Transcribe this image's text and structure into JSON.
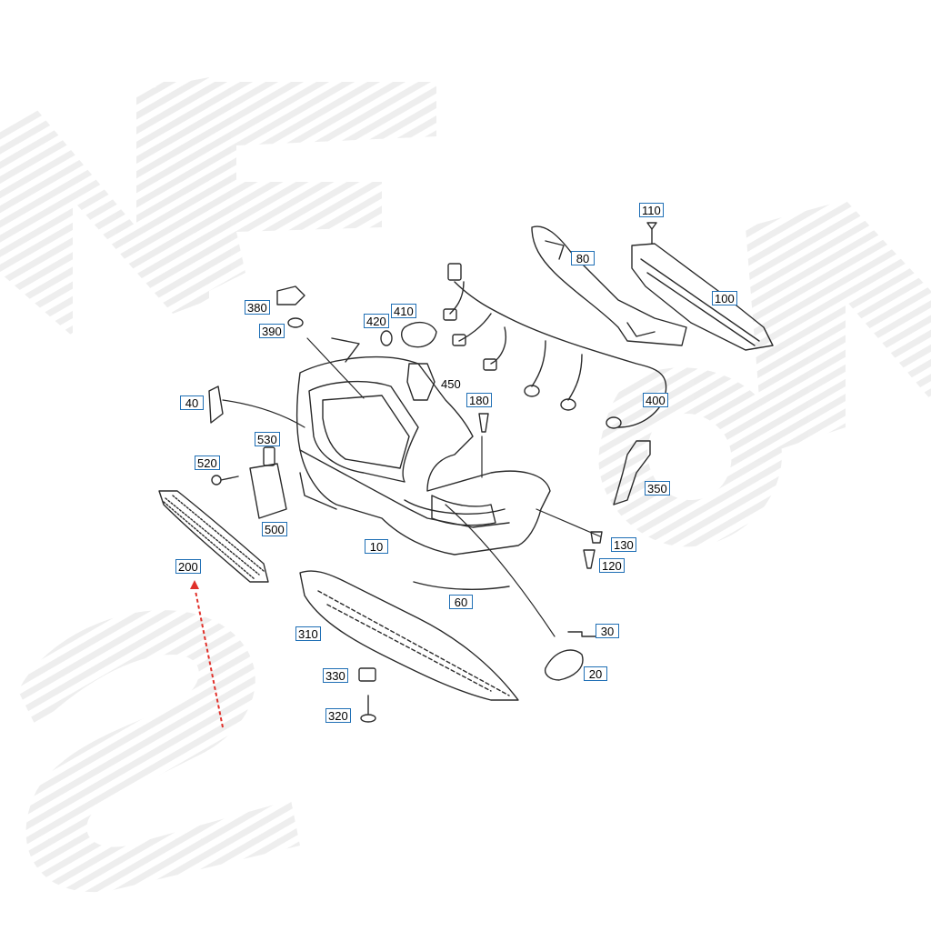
{
  "diagram": {
    "colors": {
      "line": "#2b2b2b",
      "callout_border": "#1f6fb5",
      "arrow": "#e0302a",
      "watermark": "#e9e9e9"
    },
    "callouts": {
      "c110": "110",
      "c80": "80",
      "c100": "100",
      "c380": "380",
      "c390": "390",
      "c420": "420",
      "c410": "410",
      "c450": "450",
      "c40": "40",
      "c180": "180",
      "c400": "400",
      "c530": "530",
      "c520": "520",
      "c350": "350",
      "c500": "500",
      "c10": "10",
      "c130": "130",
      "c200": "200",
      "c120": "120",
      "c60": "60",
      "c310": "310",
      "c30": "30",
      "c330": "330",
      "c20": "20",
      "c320": "320"
    }
  }
}
